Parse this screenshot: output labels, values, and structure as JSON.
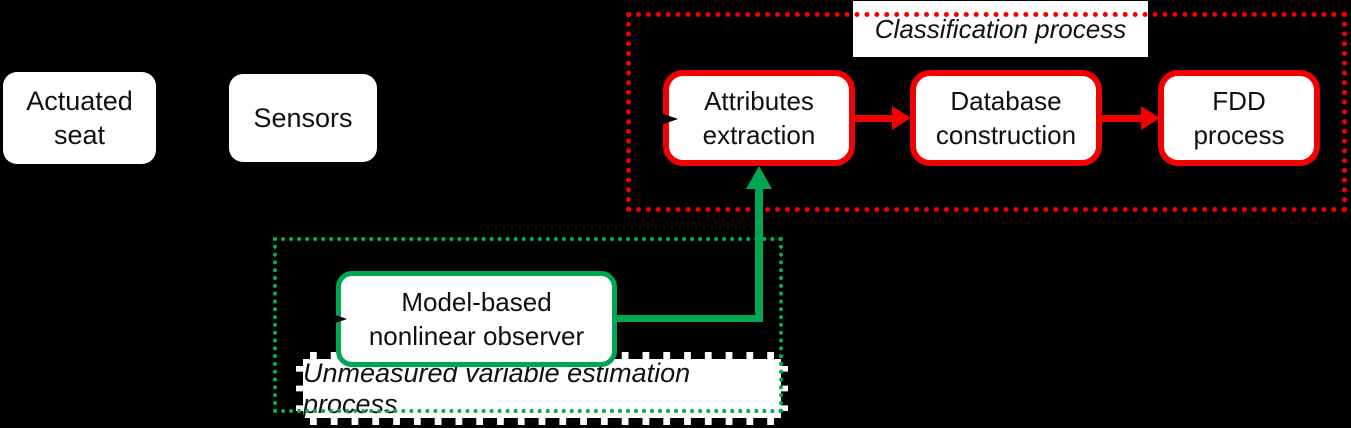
{
  "diagram": {
    "background": "#000000",
    "nodes": {
      "actuated_seat": {
        "lines": [
          "Actuated",
          "seat"
        ]
      },
      "sensors": {
        "lines": [
          "Sensors"
        ]
      },
      "attributes_extraction": {
        "lines": [
          "Attributes",
          "extraction"
        ]
      },
      "database_construction": {
        "lines": [
          "Database",
          "construction"
        ]
      },
      "fdd_process": {
        "lines": [
          "FDD",
          "process"
        ]
      },
      "model_based_observer": {
        "lines": [
          "Model-based",
          "nonlinear observer"
        ]
      }
    },
    "groups": {
      "classification": {
        "label": "Classification process",
        "border_style": "dotted",
        "border_color": "#f40000"
      },
      "estimation": {
        "label": "Unmeasured variable estimation process",
        "outer_border_style": "dotted",
        "outer_border_color": "#00b050",
        "label_box_border_style": "dashed",
        "label_box_border_color": "#000000"
      }
    },
    "connections": [
      {
        "from": "attributes_extraction",
        "to": "database_construction",
        "color": "#f40000",
        "type": "arrow"
      },
      {
        "from": "database_construction",
        "to": "fdd_process",
        "color": "#f40000",
        "type": "arrow"
      },
      {
        "from": "model_based_observer",
        "to": "attributes_extraction",
        "color": "#00a651",
        "type": "elbow-arrow-up"
      }
    ],
    "colors": {
      "red": "#f40000",
      "green": "#00a651",
      "green_dotted": "#00b050",
      "node_fill": "#ffffff",
      "text": "#111111",
      "background": "#000000"
    }
  }
}
